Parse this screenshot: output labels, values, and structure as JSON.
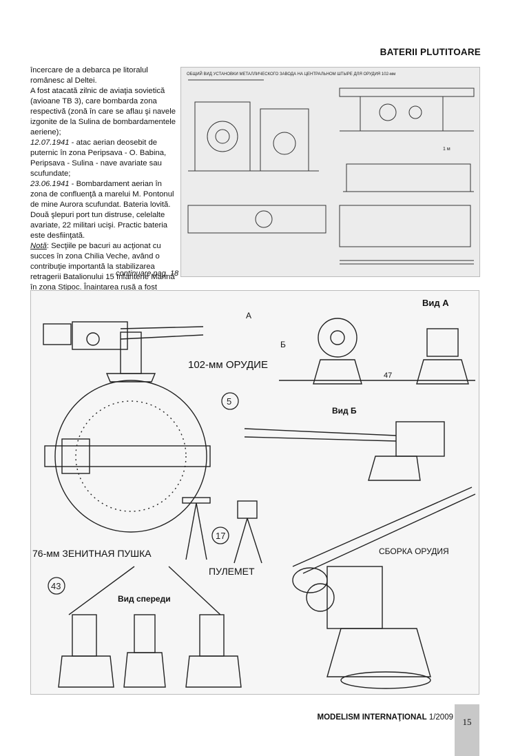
{
  "header": {
    "title": "BATERII PLUTITOARE"
  },
  "article": {
    "p1": "încercare de a debarca pe litoralul românesc al Deltei.",
    "p2": "A fost atacată zilnic de aviaţia sovietică (avioane TB 3), care bombarda zona respectivă (zonă în care se aflau şi navele izgonite de la Sulina de bombardamentele aeriene);",
    "date1": "12.07.1941",
    "p3": " - atac aerian deosebit de puternic în zona Peripsava - O. Babina, Peripsava - Sulina - nave avariate sau scufundate;",
    "date2": "23.06.1941",
    "p4": " - Bombardament aerian în zona de confluenţă a marelui M. Pontonul de mine Aurora scufundat. Bateria lovită. Două şlepuri port tun distruse, celelalte avariate, 22 militari ucişi. Practic bateria este desfiinţată.",
    "nota_label": "Notă",
    "p5": ": Secţiile pe bacuri au acţionat cu succes în zona Chilia Veche, având o contribuţie importantă la stabilizarea retragerii Batalionului 15 Infanterie Marină în zona Stipoc. Înaintarea rusă a fost oprită.",
    "continuation": "continuare pag. 18"
  },
  "top_drawing": {
    "caption": "ОБЩИЙ ВИД УСТАНОВКИ МЕТАЛЛИЧЕСКОГО ЗАВОДА НА ЦЕНТРАЛЬНОМ ШТЫРЕ ДЛЯ ОРУДИЯ 102-мм",
    "scale_label": "1 м"
  },
  "bottom_drawing": {
    "gun_label": "102-мм ОРУДИЕ",
    "view_a": "Вид А",
    "view_b": "Вид Б",
    "arrow_a": "А",
    "arrow_b": "Б",
    "num_47": "47",
    "num_5": "5",
    "num_17": "17",
    "num_43": "43",
    "aa_gun_label": "76-мм ЗЕНИТНАЯ ПУШКА",
    "machine_gun_label": "ПУЛЕМЕТ",
    "assembly_label": "СБОРКА ОРУДИЯ",
    "front_view_label": "Вид спереди"
  },
  "footer": {
    "magazine": "MODELISM INTERNAŢIONAL",
    "issue": "1/2009",
    "page": "15"
  }
}
